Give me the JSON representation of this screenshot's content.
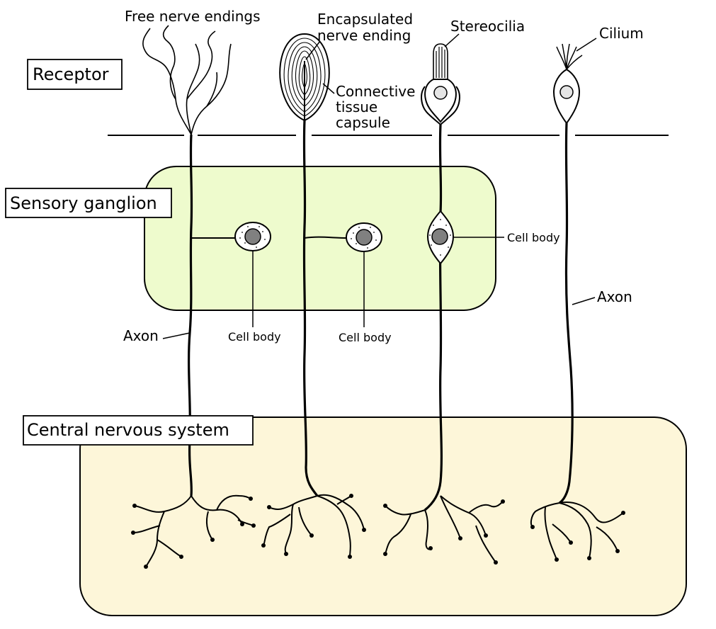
{
  "regions": {
    "receptor": "Receptor",
    "ganglion": "Sensory ganglion",
    "cns": "Central nervous system"
  },
  "labels": {
    "free_nerve_endings": "Free nerve endings",
    "encapsulated_line1": "Encapsulated",
    "encapsulated_line2": "nerve ending",
    "connective_line1": "Connective",
    "connective_line2": "tissue",
    "connective_line3": "capsule",
    "stereocilia": "Stereocilia",
    "cilium": "Cilium",
    "cell_body_1": "Cell body",
    "cell_body_2": "Cell body",
    "cell_body_3": "Cell body",
    "axon_left": "Axon",
    "axon_right": "Axon"
  },
  "colors": {
    "ganglion_fill": "#eefbcd",
    "cns_fill": "#fdf6d9",
    "nucleus_fill": "#808080",
    "stroke": "#000000"
  }
}
